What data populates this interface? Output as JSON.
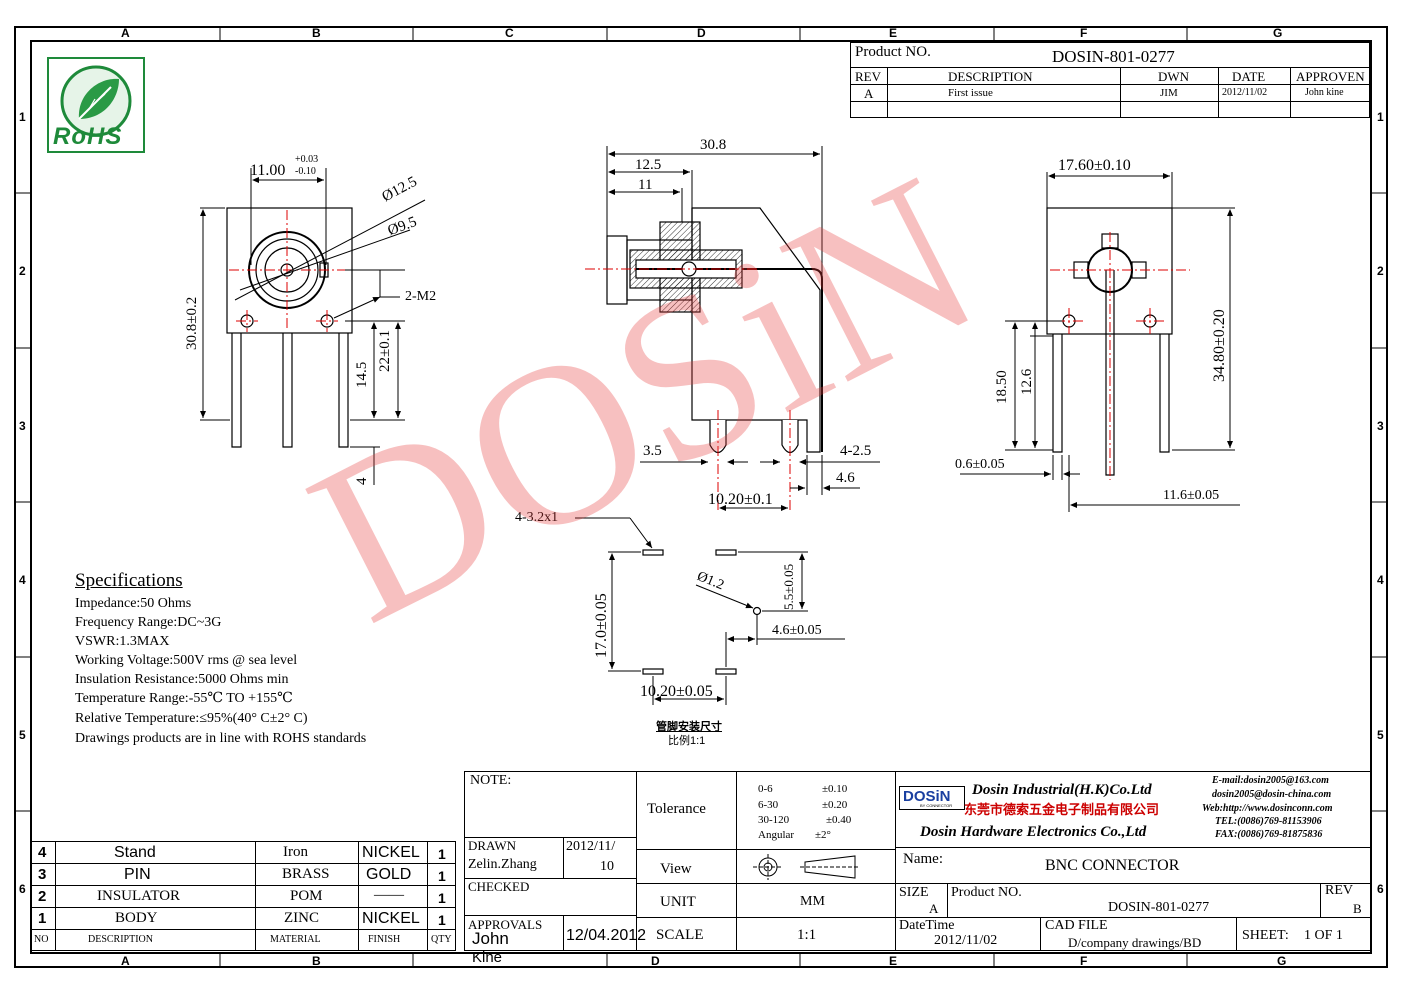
{
  "zones": {
    "columns": [
      "A",
      "B",
      "C",
      "D",
      "E",
      "F",
      "G"
    ],
    "rows": [
      "1",
      "2",
      "3",
      "4",
      "5",
      "6"
    ]
  },
  "watermark": "DOSiN",
  "logo": {
    "text": "RoHS",
    "icon": "leaf-icon",
    "color": "#1e8a3a"
  },
  "revision_block": {
    "product_label": "Product NO.",
    "product_value": "DOSIN-801-0277",
    "headers": [
      "REV",
      "DESCRIPTION",
      "DWN",
      "DATE",
      "APPROVEN"
    ],
    "row": [
      "A",
      "First issue",
      "JIM",
      "2012/11/02",
      "John kine"
    ]
  },
  "dimensions": {
    "front": {
      "width": "11.00",
      "tol_plus": "+0.03",
      "tol_minus": "-0.10",
      "dia_outer": "Ø12.5",
      "dia_inner": "Ø9.5",
      "holes": "2-M2",
      "height": "30.8±0.2",
      "h_22": "22±0.1",
      "h_145": "14.5",
      "h_4": "4"
    },
    "side": {
      "overall": "30.8",
      "d_125": "12.5",
      "d_11": "11",
      "d_35": "3.5",
      "d_425": "4-2.5",
      "d_46": "4.6",
      "pitch": "10.20±0.1"
    },
    "right": {
      "width": "17.60±0.10",
      "height": "34.80±0.20",
      "h_185": "18.50",
      "h_126": "12.6",
      "thick": "0.6±0.05",
      "pin": "11.6±0.05"
    },
    "footprint": {
      "slots": "4-3.2x1",
      "vert": "17.0±0.05",
      "hole": "Ø1.2",
      "small_v": "5.5±0.05",
      "small_h": "4.6±0.05",
      "horiz": "10.20±0.05",
      "caption1": "管脚安装尺寸",
      "caption2": "比例1:1"
    }
  },
  "specifications": {
    "title": "Specifications",
    "lines": [
      "Impedance:50 Ohms",
      "Frequency Range:DC~3G",
      "VSWR:1.3MAX",
      "Working Voltage:500V rms @ sea level",
      "Insulation Resistance:5000 Ohms min",
      "Temperature Range:-55℃ TO +155℃",
      "Relative Temperature:≤95%(40° C±2° C)",
      "Drawings products are in line with ROHS standards"
    ]
  },
  "bom": {
    "rows": [
      {
        "no": "4",
        "desc": "Stand",
        "material": "Iron",
        "finish": "NICKEL",
        "qty": "1"
      },
      {
        "no": "3",
        "desc": "PIN",
        "material": "BRASS",
        "finish": "GOLD",
        "qty": "1"
      },
      {
        "no": "2",
        "desc": "INSULATOR",
        "material": "POM",
        "finish": "——",
        "qty": "1"
      },
      {
        "no": "1",
        "desc": "BODY",
        "material": "ZINC",
        "finish": "NICKEL",
        "qty": "1"
      }
    ],
    "headers": {
      "no": "NO",
      "desc": "DESCRIPTION",
      "material": "MATERIAL",
      "finish": "FINISH",
      "qty": "QTY"
    }
  },
  "title_block": {
    "note": "NOTE:",
    "drawn_label": "DRAWN",
    "drawn_name": "Zelin.Zhang",
    "drawn_date": "2012/11/",
    "drawn_date2": "10",
    "checked": "CHECKED",
    "approvals": "APPROVALS",
    "approver": "John",
    "approver2": "Kine",
    "approval_date": "12/04.2012",
    "tolerance_label": "Tolerance",
    "tolerances": [
      {
        "range": "0-6",
        "tol": "±0.10"
      },
      {
        "range": "6-30",
        "tol": "±0.20"
      },
      {
        "range": "30-120",
        "tol": "±0.40"
      },
      {
        "range": "Angular",
        "tol": "±2°"
      }
    ],
    "view_label": "View",
    "unit_label": "UNIT",
    "unit_value": "MM",
    "scale_label": "SCALE",
    "scale_value": "1:1",
    "company_logo": "DOSiN",
    "company_logo_sub": "BY CONNECTOR",
    "company_hk": "Dosin Industrial(H.K)Co.Ltd",
    "company_cn": "东莞市德索五金电子制品有限公司",
    "company_hw": "Dosin Hardware Electronics Co.,Ltd",
    "email1": "E-mail:dosin2005@163.com",
    "email2": "dosin2005@dosin-china.com",
    "web": "Web:http://www.dosinconn.com",
    "tel": "TEL:(0086)769-81153906",
    "fax": "FAX:(0086)769-81875836",
    "name_label": "Name:",
    "name_value": "BNC   CONNECTOR",
    "size_label": "SIZE",
    "size_value": "A",
    "product_label": "Product  NO.",
    "product_value": "DOSIN-801-0277",
    "rev_label": "REV",
    "rev_value": "B",
    "datetime_label": "DateTime",
    "datetime_value": "2012/11/02",
    "cad_label": "CAD FILE",
    "cad_value": "D/company drawings/BD",
    "sheet_label": "SHEET:",
    "sheet_value": "1 OF 1"
  }
}
